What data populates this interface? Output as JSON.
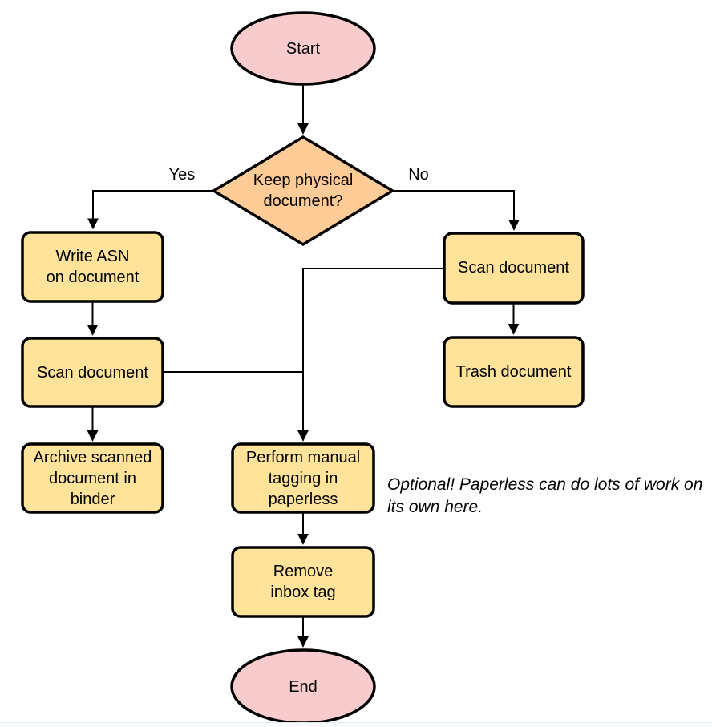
{
  "colors": {
    "terminal_fill": "#F8CCCC",
    "decision_fill": "#FFCB96",
    "process_fill": "#FFE39B",
    "stroke": "#000000",
    "edge": "#000000",
    "background": "#FFFFFF",
    "footer_line": "#E3E9EC"
  },
  "nodes": {
    "start": {
      "label": "Start",
      "type": "terminal"
    },
    "decision": {
      "label": "Keep physical\ndocument?",
      "type": "decision"
    },
    "write_asn": {
      "label": "Write ASN\non document",
      "type": "process"
    },
    "scan_left": {
      "label": "Scan document",
      "type": "process"
    },
    "archive": {
      "label": "Archive scanned\ndocument in\nbinder",
      "type": "process"
    },
    "scan_right": {
      "label": "Scan document",
      "type": "process"
    },
    "trash": {
      "label": "Trash document",
      "type": "process"
    },
    "tagging": {
      "label": "Perform manual\ntagging in\npaperless",
      "type": "process"
    },
    "remove_inbox": {
      "label": "Remove\ninbox tag",
      "type": "process"
    },
    "end": {
      "label": "End",
      "type": "terminal"
    }
  },
  "edge_labels": {
    "yes": "Yes",
    "no": "No"
  },
  "note": {
    "text": "Optional! Paperless can do lots of work on\nits own here."
  }
}
